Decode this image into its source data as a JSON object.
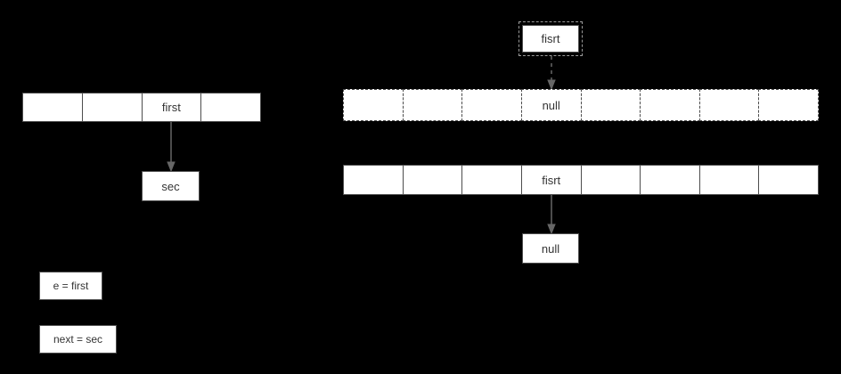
{
  "diagram": {
    "left_array": {
      "cells": [
        "",
        "",
        "first",
        ""
      ]
    },
    "sec_box": {
      "label": "sec"
    },
    "top_box": {
      "label": "fisrt"
    },
    "dashed_array": {
      "cells": [
        "",
        "",
        "",
        "null",
        "",
        "",
        "",
        ""
      ]
    },
    "solid_array": {
      "cells": [
        "",
        "",
        "",
        "fisrt",
        "",
        "",
        "",
        ""
      ]
    },
    "null_box": {
      "label": "null"
    },
    "notes": [
      {
        "label": "e = first"
      },
      {
        "label": "next = sec"
      }
    ]
  },
  "colors": {
    "background": "#000000",
    "shape_fill": "#ffffff",
    "shape_border": "#4d4d4d",
    "text": "#333333",
    "arrow": "#666666",
    "dashed_outline": "#9a9a9a"
  }
}
